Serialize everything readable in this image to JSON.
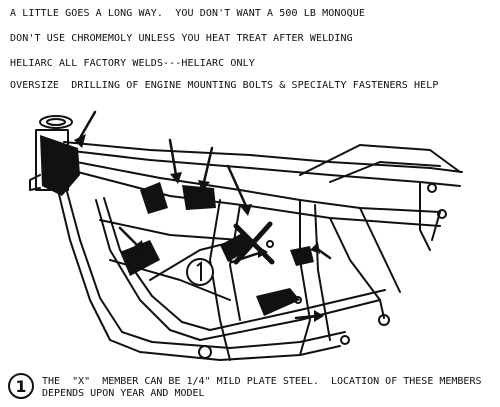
{
  "notes": [
    "A LITTLE GOES A LONG WAY.  YOU DON'T WANT A 500 LB MONOQUE",
    "DON'T USE CHROMEMOLY UNLESS YOU HEAT TREAT AFTER WELDING",
    "HELIARC ALL FACTORY WELDS---HELIARC ONLY",
    "OVERSIZE  DRILLING OF ENGINE MOUNTING BOLTS & SPECIALTY FASTENERS HELP"
  ],
  "callout": {
    "number": "1",
    "text": "THE  \"X\"  MEMBER CAN BE 1/4\" MILD PLATE STEEL.  LOCATION OF THESE MEMBERS DEPENDS UPON YEAR AND MODEL"
  },
  "colors": {
    "ink": "#111111",
    "paper": "#ffffff"
  }
}
